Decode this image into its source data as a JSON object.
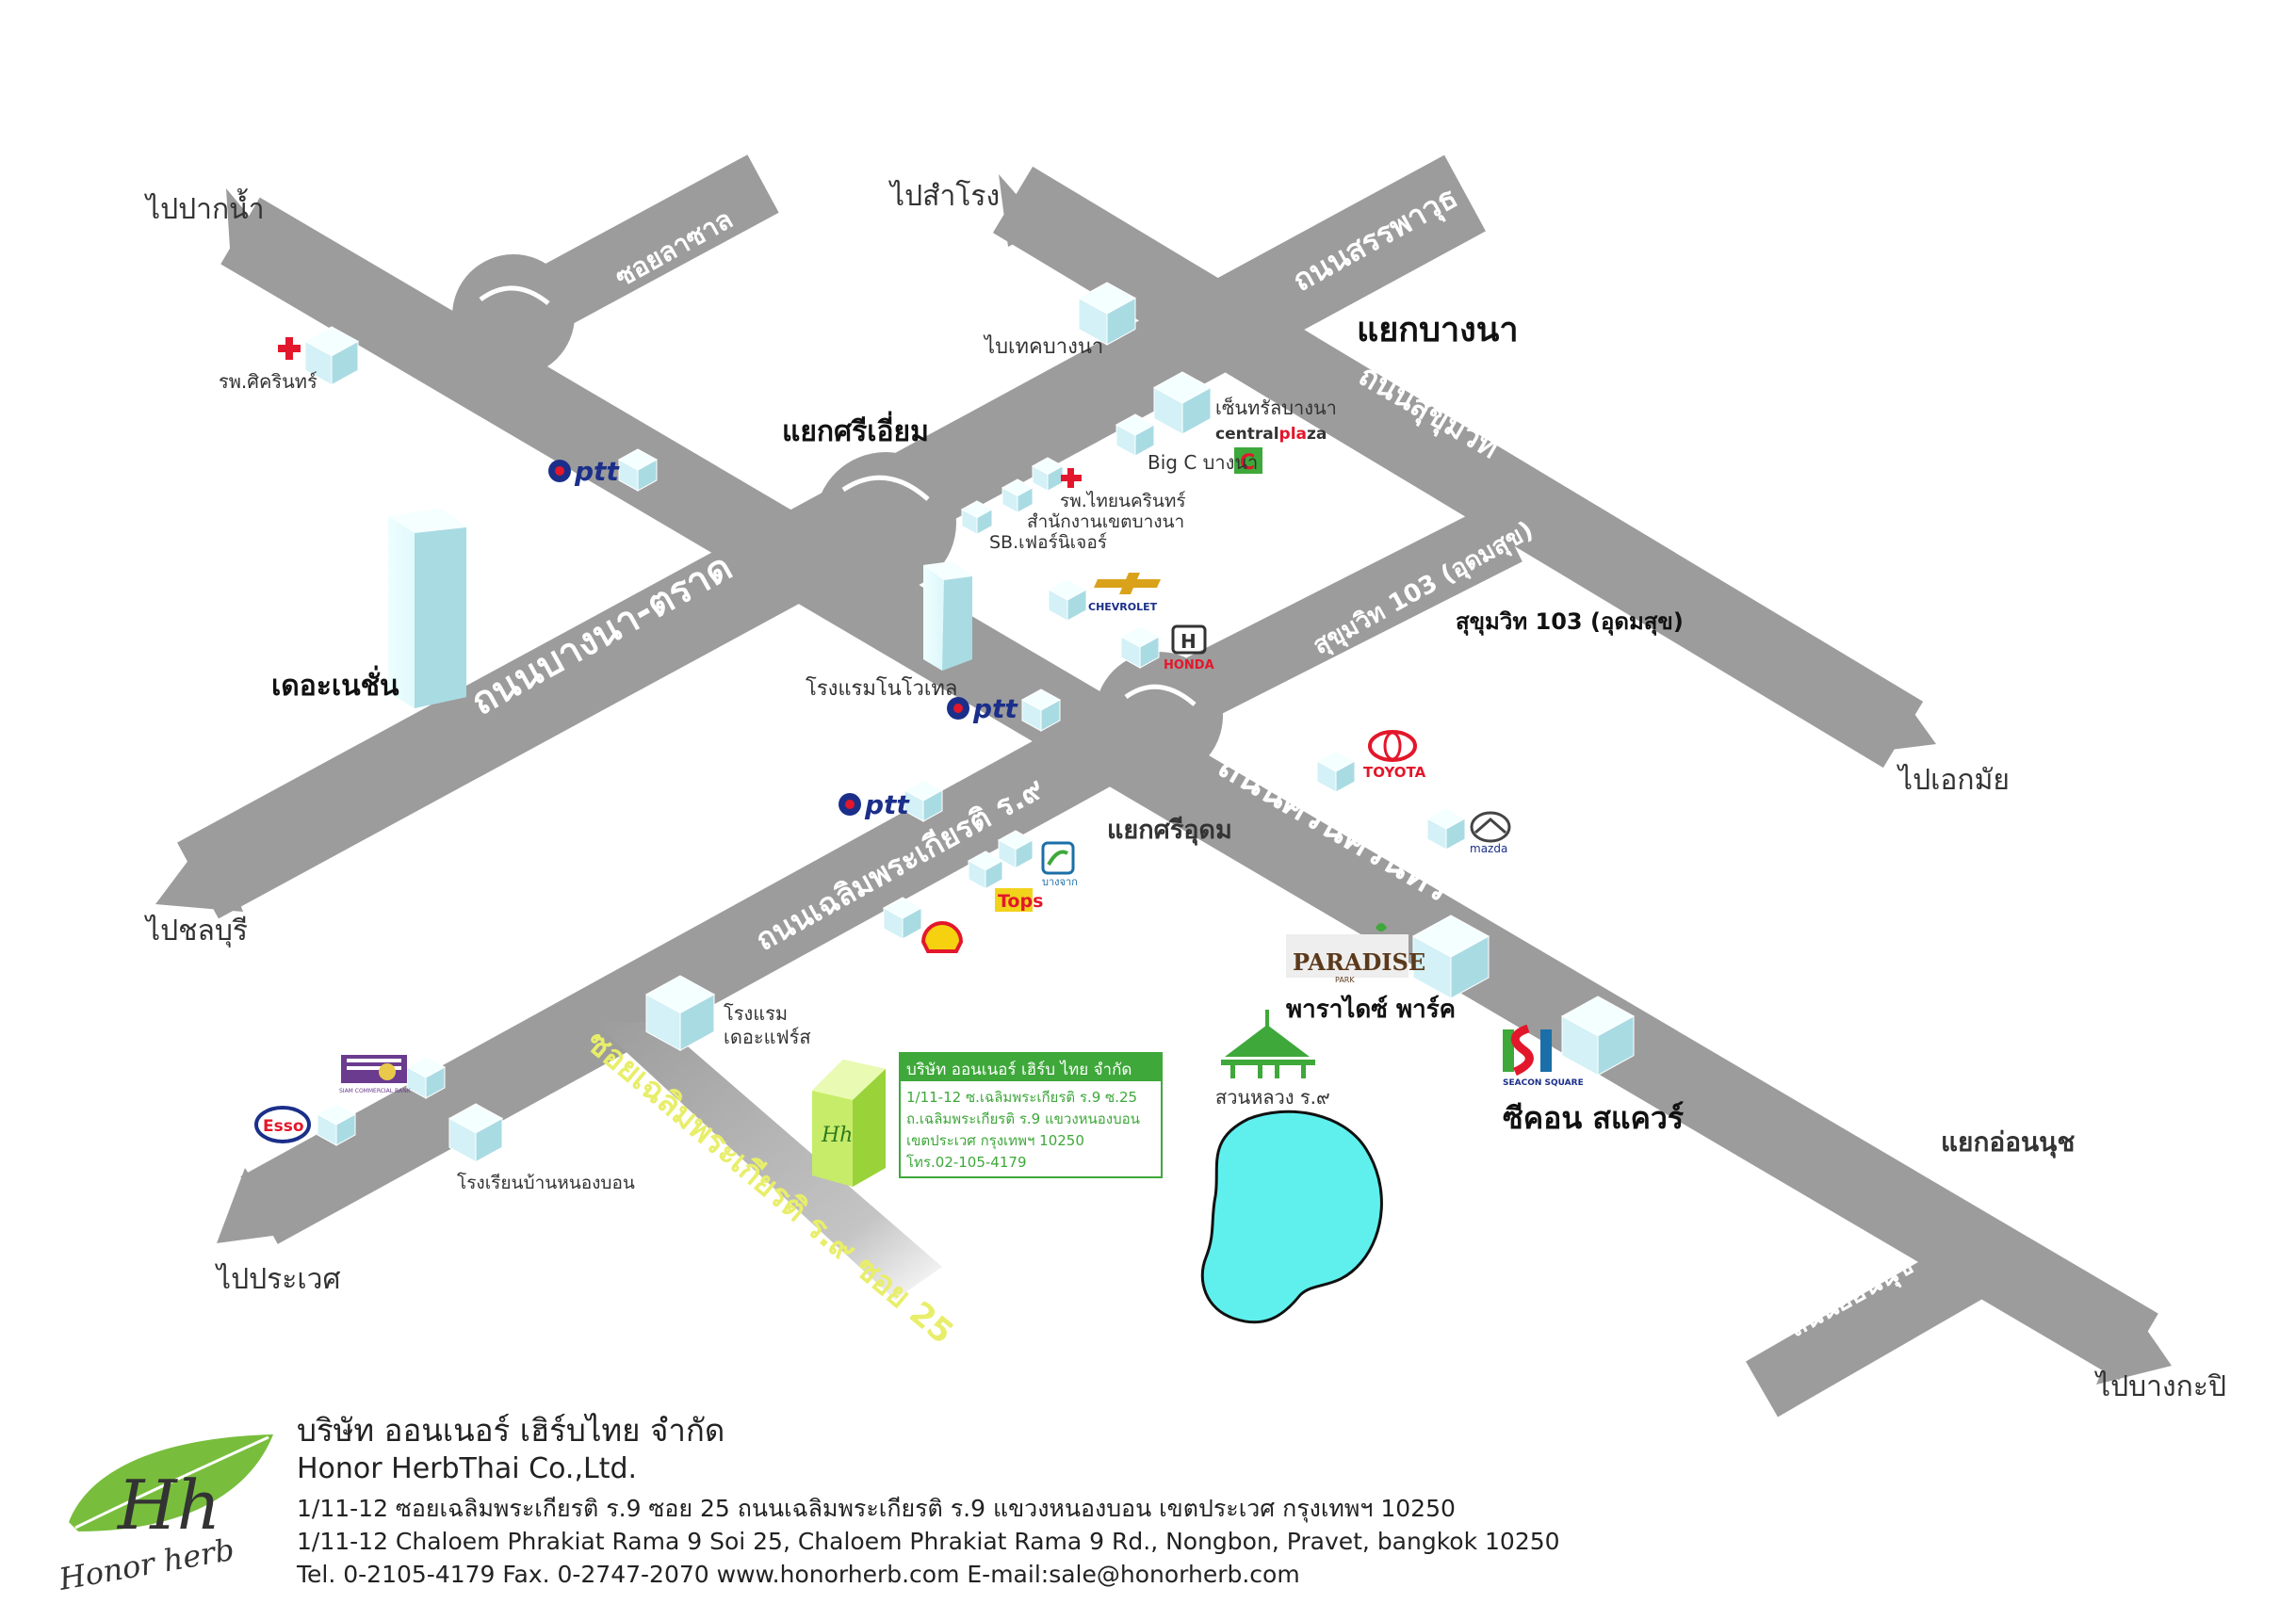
{
  "roads": {
    "bangna_trad": "ถนนบางนา-ตราด",
    "srinakarin": "ถนนศรีนครินทร์",
    "sanphawut": "ถนนสรรพาวุธ",
    "sukhumvit": "ถนนสุขุมวิท",
    "soi_lasalle": "ซอยลาซาล",
    "sukhumvit_103": "สุขุมวิท 103 (อุดมสุข)",
    "chaloem_r9": "ถนนเฉลิมพระเกียรติ ร.๙",
    "soi_25": "ซอยเฉลิมพระเกียรติ ร.๙ ซอย 25",
    "on_nut": "ถนนอ่อนนุช"
  },
  "directions": {
    "pak_nam": "ไปปากน้ำ",
    "samrong": "ไปสำโรง",
    "ekkamai": "ไปเอกมัย",
    "chonburi": "ไปชลบุรี",
    "prawet": "ไปประเวศ",
    "bang_kapi": "ไปบางกะปิ"
  },
  "intersections": {
    "bangna": "แยกบางนา",
    "si_iam": "แยกศรีเอี่ยม",
    "si_udom": "แยกศรีอุดม",
    "on_nut": "แยกอ่อนนุช"
  },
  "landmarks": {
    "sikarin_hospital": "รพ.ศิครินทร์",
    "bitec": "ไบเทคบางนา",
    "central_bangna": "เซ็นทรัลบางนา",
    "central_brand_1": "central",
    "central_brand_2": "pla",
    "central_brand_3": "za",
    "bigc_bangna": "Big C บางนา",
    "thai_nakarin_hospital": "รพ.ไทยนครินทร์",
    "bangna_office": "สำนักงานเขตบางนา",
    "sb_furniture": "SB.เฟอร์นิเจอร์",
    "the_nation": "เดอะเนชั่น",
    "novotel": "โรงแรมโนโวเทล",
    "ptt": "ptt",
    "chevrolet": "CHEVROLET",
    "honda": "HONDA",
    "sukhumvit_103_label": "สุขุมวิท 103 (อุดมสุข)",
    "toyota": "TOYOTA",
    "mazda": "mazda",
    "bangchak": "บางจาก",
    "tops": "Tops",
    "paradise_brand": "PARADISE",
    "paradise_brand_sub": "PARK",
    "paradise_park": "พาราไดซ์ พาร์ค",
    "seacon_brand": "SEACON SQUARE",
    "seacon_square": "ซีคอน สแควร์",
    "suan_luang": "สวนหลวง ร.๙",
    "the_fair": "โรงแรมเดอะแฟร์ส",
    "nongbon_school": "โรงเรียนบ้านหนองบอน",
    "esso": "Esso",
    "bank_brand": "SIAM COMMERCIAL BANK"
  },
  "info_box": {
    "company": "บริษัท ออนเนอร์ เฮิร์บ ไทย จำกัด",
    "line1": "1/11-12 ซ.เฉลิมพระเกียรติ ร.9 ซ.25",
    "line2": "ถ.เฉลิมพระเกียรติ ร.9 แขวงหนองบอน",
    "line3": "เขตประเวศ กรุงเทพฯ 10250",
    "line4": "โทร.02-105-4179",
    "building_logo": "Hh"
  },
  "footer": {
    "logo_mark": "Hh",
    "logo_text": "Honor herb",
    "name_th": "บริษัท ออนเนอร์ เฮิร์บไทย จำกัด",
    "name_en": "Honor HerbThai Co.,Ltd.",
    "address_th": "1/11-12 ซอยเฉลิมพระเกียรติ ร.9 ซอย 25 ถนนเฉลิมพระเกียรติ ร.9 แขวงหนองบอน เขตประเวศ กรุงเทพฯ 10250",
    "address_en": "1/11-12 Chaloem Phrakiat Rama 9 Soi 25, Chaloem Phrakiat Rama 9 Rd., Nongbon, Pravet, bangkok 10250",
    "contact": "Tel. 0-2105-4179  Fax. 0-2747-2070   www.honorherb.com   E-mail:sale@honorherb.com"
  },
  "colors": {
    "road": "#9c9c9c",
    "cube_top": "#f4ffff",
    "cube_left": "#d3f1f6",
    "cube_right": "#a9dbe3",
    "lake": "#5ff0ee",
    "accent_green": "#3ea83a",
    "hospital_cross": "#e3172b"
  }
}
